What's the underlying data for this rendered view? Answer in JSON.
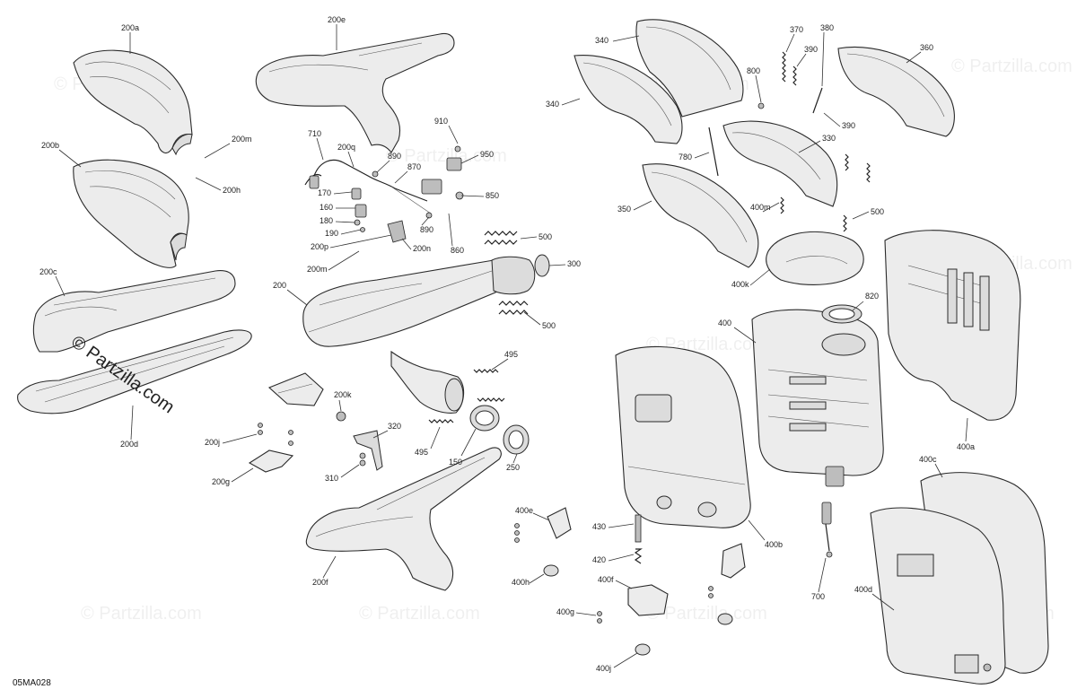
{
  "diagram": {
    "code": "05MA028",
    "watermark": "© Partzilla.com",
    "labels": [
      "200a",
      "200e",
      "340",
      "370",
      "380",
      "390",
      "360",
      "800",
      "340",
      "390",
      "330",
      "780",
      "910",
      "950",
      "710",
      "200q",
      "890",
      "870",
      "200m",
      "200b",
      "200h",
      "170",
      "850",
      "160",
      "180",
      "890",
      "350",
      "500",
      "400m",
      "190",
      "860",
      "500",
      "200p",
      "200n",
      "200m",
      "300",
      "400k",
      "820",
      "200c",
      "200",
      "500",
      "400",
      "495",
      "200k",
      "400a",
      "495",
      "320",
      "200d",
      "200j",
      "150",
      "250",
      "310",
      "400c",
      "200g",
      "400e",
      "430",
      "400b",
      "420",
      "200f",
      "400h",
      "400f",
      "700",
      "400d",
      "400g",
      "400j"
    ]
  }
}
